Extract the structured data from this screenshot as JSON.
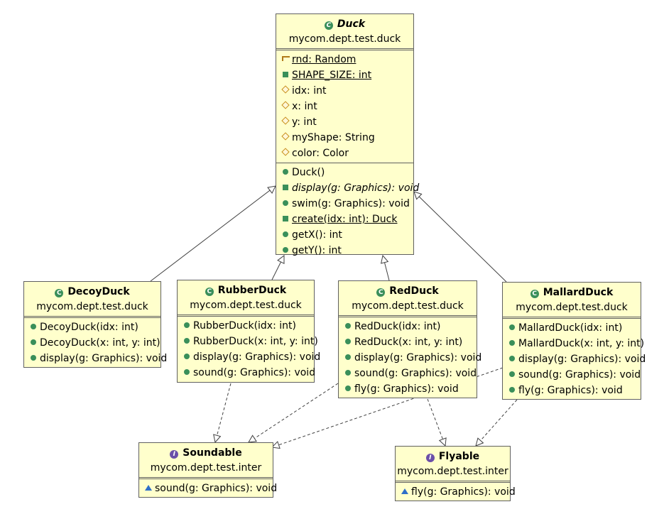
{
  "classes": {
    "duck": {
      "name": "Duck",
      "package": "mycom.dept.test.duck",
      "fields": [
        "rnd: Random",
        "SHAPE_SIZE: int",
        "idx: int",
        "x: int",
        "y: int",
        "myShape: String",
        "color: Color"
      ],
      "methods": [
        "Duck()",
        "display(g: Graphics): void",
        "swim(g: Graphics): void",
        "create(idx: int): Duck",
        "getX(): int",
        "getY(): int"
      ]
    },
    "decoy": {
      "name": "DecoyDuck",
      "package": "mycom.dept.test.duck",
      "methods": [
        "DecoyDuck(idx: int)",
        "DecoyDuck(x: int, y: int)",
        "display(g: Graphics): void"
      ]
    },
    "rubber": {
      "name": "RubberDuck",
      "package": "mycom.dept.test.duck",
      "methods": [
        "RubberDuck(idx: int)",
        "RubberDuck(x: int, y: int)",
        "display(g: Graphics): void",
        "sound(g: Graphics): void"
      ]
    },
    "red": {
      "name": "RedDuck",
      "package": "mycom.dept.test.duck",
      "methods": [
        "RedDuck(idx: int)",
        "RedDuck(x: int, y: int)",
        "display(g: Graphics): void",
        "sound(g: Graphics): void",
        "fly(g: Graphics): void"
      ]
    },
    "mallard": {
      "name": "MallardDuck",
      "package": "mycom.dept.test.duck",
      "methods": [
        "MallardDuck(idx: int)",
        "MallardDuck(x: int, y: int)",
        "display(g: Graphics): void",
        "sound(g: Graphics): void",
        "fly(g: Graphics): void"
      ]
    }
  },
  "interfaces": {
    "soundable": {
      "name": "Soundable",
      "package": "mycom.dept.test.inter",
      "methods": [
        "sound(g: Graphics): void"
      ]
    },
    "flyable": {
      "name": "Flyable",
      "package": "mycom.dept.test.inter",
      "methods": [
        "fly(g: Graphics): void"
      ]
    }
  },
  "icons": {
    "class": "class-icon",
    "interface": "interface-icon",
    "public_method": "public-method-icon",
    "constructor": "constructor-icon",
    "abstract_method": "abstract-method-icon",
    "static_method": "static-method-icon",
    "field": "package-field-icon",
    "static_field": "static-field-icon"
  },
  "colors": {
    "box_fill": "#ffffcc",
    "border": "#606060",
    "class_icon": "#3a8f5a",
    "interface_icon": "#6b4fa8",
    "field_icon": "#c8901a"
  }
}
